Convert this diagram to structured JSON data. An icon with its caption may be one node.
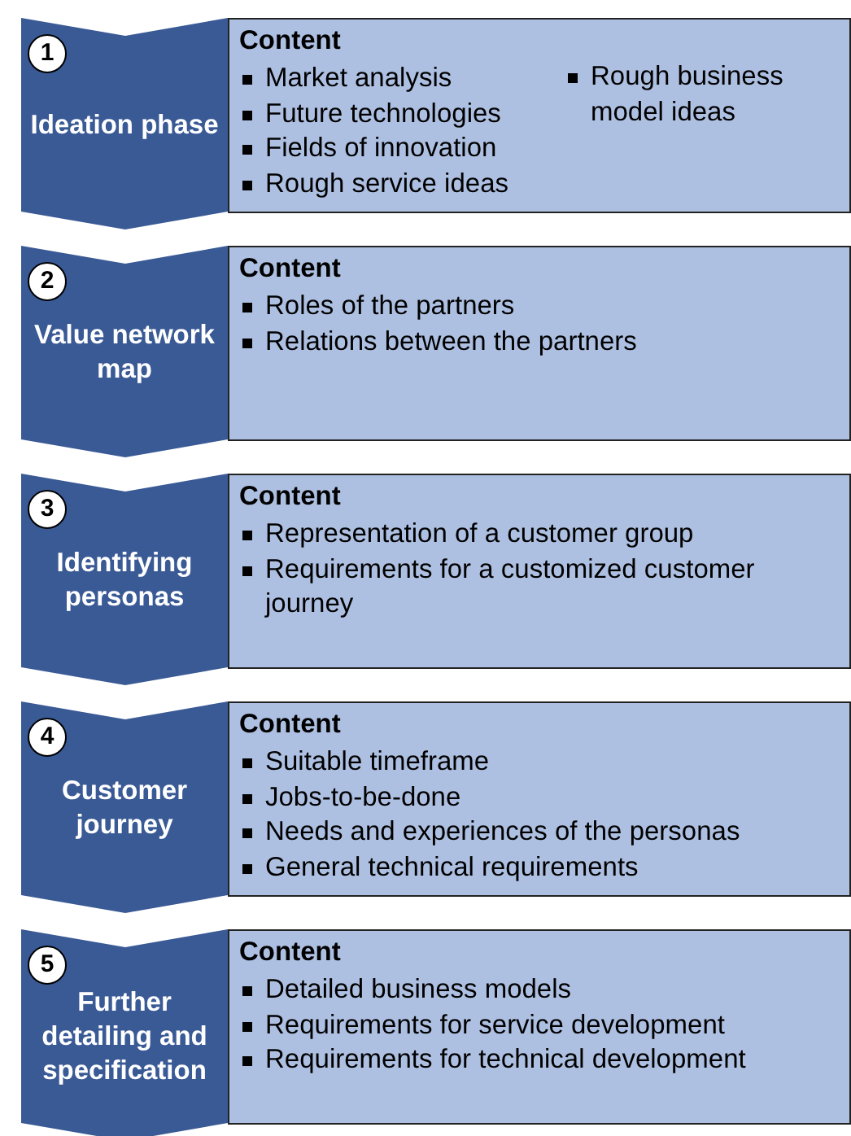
{
  "diagram": {
    "nodes": [
      {
        "text": [
          "Ideation phase"
        ]
      },
      {
        "text": [
          "1"
        ],
        "in": 0
      },
      {
        "text": [
          "Content",
          "Market analysis",
          "Future technologies",
          "Fields of innovation",
          "Rough service ideas",
          "Rough business model ideas"
        ]
      },
      {
        "text": [
          "Value network map"
        ]
      },
      {
        "text": [
          "2"
        ],
        "in": 3
      },
      {
        "text": [
          "Content",
          "Roles of the partners",
          "Relations between the partners"
        ]
      },
      {
        "text": [
          "Identifying personas"
        ]
      },
      {
        "text": [
          "3"
        ],
        "in": 6
      },
      {
        "text": [
          "Content",
          "Representation of a customer group",
          "Requirements for a customized customer journey"
        ]
      },
      {
        "text": [
          "Customer journey"
        ]
      },
      {
        "text": [
          "4"
        ],
        "in": 9
      },
      {
        "text": [
          "Content",
          "Suitable timeframe",
          "Jobs-to-be-done",
          "Needs and experiences of the personas",
          "General technical requirements"
        ]
      },
      {
        "text": [
          "Further detailing and specification"
        ]
      },
      {
        "text": [
          "5"
        ],
        "in": 12
      },
      {
        "text": [
          "Content",
          "Detailed business models",
          "Requirements for service development",
          "Requirements for technical development"
        ]
      }
    ]
  }
}
